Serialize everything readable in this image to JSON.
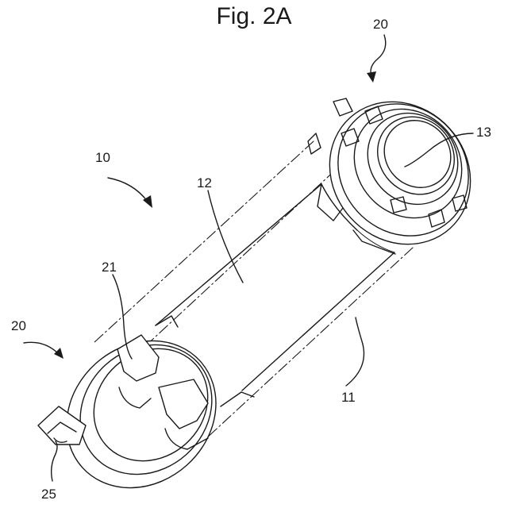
{
  "figure": {
    "title": "Fig. 2A"
  },
  "labels": {
    "ref_10": "10",
    "ref_11": "11",
    "ref_12": "12",
    "ref_13": "13",
    "ref_20_top": "20",
    "ref_20_left": "20",
    "ref_21": "21",
    "ref_25": "25"
  }
}
